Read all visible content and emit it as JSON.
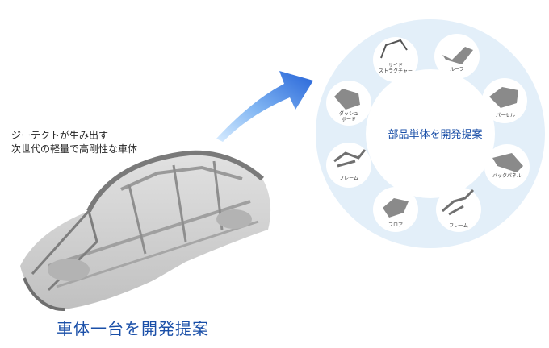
{
  "tagline": {
    "line1": "ジーテクトが生み出す",
    "line2": "次世代の軽量で高剛性な車体"
  },
  "bottom_title": "車体一台を開発提案",
  "center_label": "部品単体を開発提案",
  "parts": [
    {
      "label_line1": "サイド",
      "label_line2": "ストラクチャー",
      "icon": "side-structure-part-icon"
    },
    {
      "label_line1": "ルーフ",
      "label_line2": "",
      "icon": "roof-part-icon"
    },
    {
      "label_line1": "パーセル",
      "label_line2": "",
      "icon": "parcel-part-icon"
    },
    {
      "label_line1": "バックパネル",
      "label_line2": "",
      "icon": "back-panel-part-icon"
    },
    {
      "label_line1": "フレーム",
      "label_line2": "",
      "icon": "rear-frame-part-icon"
    },
    {
      "label_line1": "フロア",
      "label_line2": "",
      "icon": "floor-part-icon"
    },
    {
      "label_line1": "フレーム",
      "label_line2": "",
      "icon": "front-frame-part-icon"
    },
    {
      "label_line1": "ダッシュ",
      "label_line2": "ボード",
      "icon": "dashboard-part-icon"
    }
  ],
  "colors": {
    "ring": "#e1eef9",
    "accent_text": "#1a4fa8",
    "arrow_light": "#cfe6ff",
    "arrow_dark": "#2f6fe0"
  }
}
